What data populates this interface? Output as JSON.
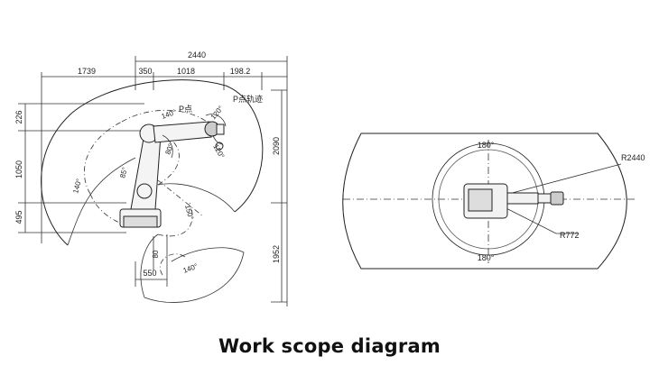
{
  "caption": "Work scope diagram",
  "side_view": {
    "dim_top_total": "2440",
    "dim_left_reach": "1739",
    "dim_350": "350",
    "dim_1018": "1018",
    "dim_198": "198.2",
    "dim_226": "226",
    "dim_1050": "1050",
    "dim_495": "495",
    "dim_2090": "2090",
    "dim_1952": "1952",
    "dim_550": "550",
    "dim_80": "80",
    "label_p_point": "P点",
    "label_p_track": "P点轨迹",
    "angle_140_a": "140°",
    "angle_120_a": "120°",
    "angle_120_b": "120°",
    "angle_80": "80°",
    "angle_85": "85°",
    "angle_140_b": "140°",
    "angle_150": "150°",
    "angle_140_c": "140°"
  },
  "top_view": {
    "angle_top": "180°",
    "angle_bottom": "180°",
    "radius_outer": "R2440",
    "radius_inner": "R772"
  }
}
